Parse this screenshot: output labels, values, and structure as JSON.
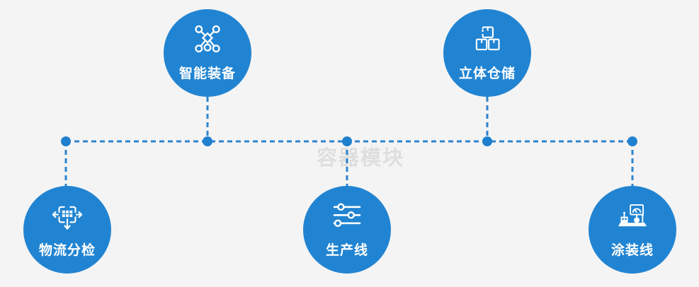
{
  "watermark": {
    "text": "容器模块"
  },
  "colors": {
    "background": "#f4f4f4",
    "circle_blue": "#2184d2",
    "line_blue": "#2e83cb",
    "dot_blue": "#1f80d0",
    "label_white": "#ffffff",
    "watermark_gray": "#dedede"
  },
  "nodes": [
    {
      "id": "smart-equipment",
      "label": "智能装备",
      "icon": "network-nodes-icon",
      "row": "top"
    },
    {
      "id": "warehouse",
      "label": "立体仓储",
      "icon": "stacked-boxes-icon",
      "row": "top"
    },
    {
      "id": "logistics-sorting",
      "label": "物流分检",
      "icon": "sort-dispatch-icon",
      "row": "bottom"
    },
    {
      "id": "production-line",
      "label": "生产线",
      "icon": "sliders-icon",
      "row": "bottom"
    },
    {
      "id": "painting-line",
      "label": "涂装线",
      "icon": "paint-station-icon",
      "row": "bottom"
    }
  ]
}
